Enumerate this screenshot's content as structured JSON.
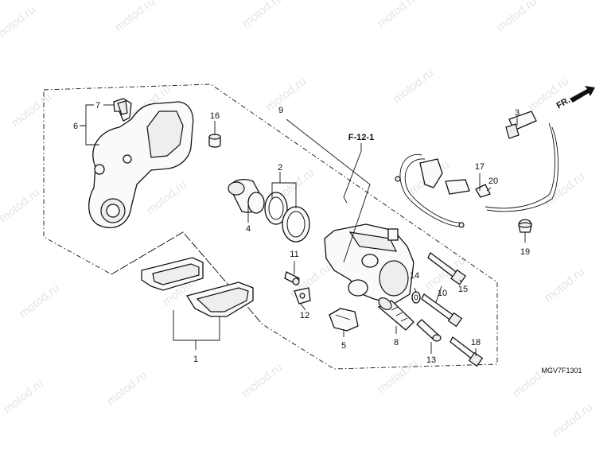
{
  "watermark": "motod.ru",
  "direction_label": "FR.",
  "reference_label": "F-12-1",
  "diagram_code": "MGV7F1301",
  "callouts": [
    "1",
    "2",
    "3",
    "4",
    "5",
    "6",
    "7",
    "8",
    "9",
    "10",
    "11",
    "12",
    "13",
    "14",
    "15",
    "16",
    "17",
    "18",
    "19",
    "20"
  ]
}
